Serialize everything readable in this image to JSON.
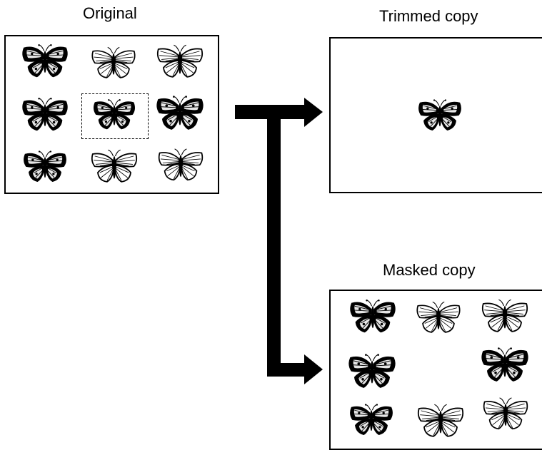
{
  "labels": {
    "original": "Original",
    "trimmed": "Trimmed copy",
    "masked": "Masked copy"
  },
  "panels": {
    "original": {
      "grid": [
        [
          "butterfly-dark-swallowtail",
          "butterfly-light-white",
          "butterfly-light-patterned"
        ],
        [
          "butterfly-spotted",
          "butterfly-selected-spotted",
          "butterfly-banded"
        ],
        [
          "butterfly-eyespot",
          "butterfly-light-pale",
          "butterfly-tailed-swallowtail"
        ]
      ],
      "selection": "row 2, column 2"
    },
    "trimmed": {
      "content": "butterfly-selected-spotted"
    },
    "masked": {
      "grid": [
        [
          "butterfly-dark-swallowtail",
          "butterfly-light-white",
          "butterfly-light-patterned"
        ],
        [
          "butterfly-spotted",
          "",
          "butterfly-banded"
        ],
        [
          "butterfly-eyespot",
          "butterfly-light-pale",
          "butterfly-tailed-swallowtail"
        ]
      ]
    }
  },
  "colors": {
    "ink": "#000000",
    "background": "#ffffff"
  },
  "icons": [
    "butterfly-icon",
    "arrow-right-icon"
  ]
}
